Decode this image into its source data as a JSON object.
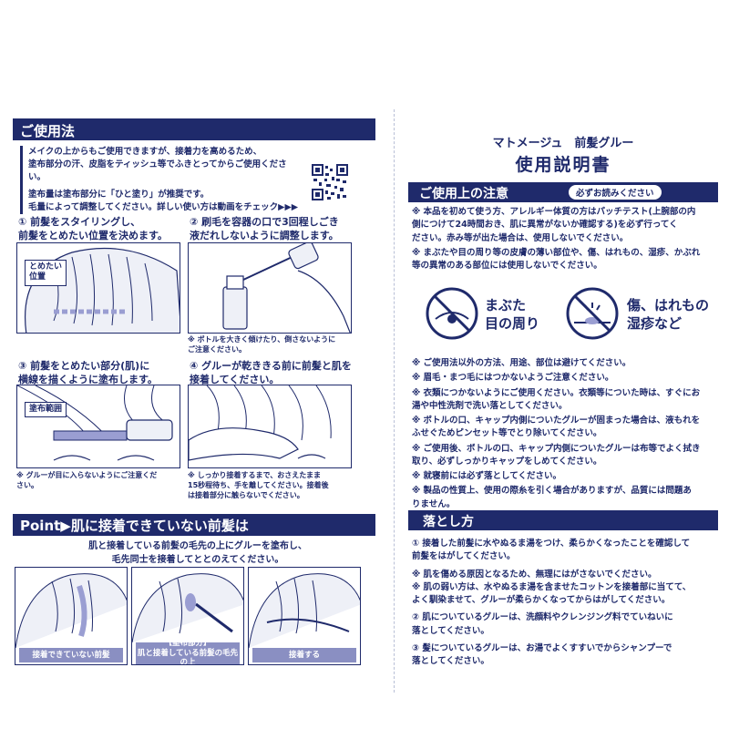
{
  "left": {
    "section_title": "ご使用法",
    "intro_1": "メイクの上からもご使用できますが、接着力を高めるため、\n塗布部分の汗、皮脂をティッシュ等でふきとってからご使用ください。",
    "intro_2": "塗布量は塗布部分に「ひと塗り」が推奨です。\n毛量によって調整してください。詳しい使い方は動画をチェック▶▶▶",
    "steps": [
      {
        "title": "① 前髪をスタイリングし、\n前髪をとめたい位置を決めます。",
        "label": "とめたい\n位置",
        "note": ""
      },
      {
        "title": "② 刷毛を容器の口で3回程しごき\n液だれしないように調整します。",
        "label": "",
        "note": "※ ボトルを大きく傾けたり、倒さないように\nご注意ください。"
      },
      {
        "title": "③ 前髪をとめたい部分(肌)に\n横線を描くように塗布します。",
        "label": "塗布範囲",
        "note": "※ グルーが目に入らないようにご注意くだ\nさい。"
      },
      {
        "title": "④ グルーが乾ききる前に前髪と肌を\n接着してください。",
        "label": "",
        "note": "※ しっかり接着するまで、おさえたまま\n15秒程待ち、手を離してください。接着後\nは接着部分に触らないでください。"
      }
    ],
    "point_title": "Point▶肌に接着できていない前髪は",
    "point_text": "肌と接着している前髪の毛先の上にグルーを塗布し、\n毛先同士を接着してととのえてください。",
    "point_captions": [
      "接着できていない前髪",
      "【塗布部分】\n肌と接着している前髪の毛先の上",
      "接着する"
    ]
  },
  "right": {
    "brand": "マトメージュ　前髪グルー",
    "manual_title": "使用説明書",
    "caution_title": "ご使用上の注意",
    "must_read": "必ずお読みください",
    "caution_intro": [
      "※ 本品を初めて使う方、アレルギー体質の方はパッチテスト(上腕部の内\n側につけて24時間おき、肌に異常がないか確認する)を必ず行ってく\nださい。赤み等が出た場合は、使用しないでください。",
      "※ まぶたや目の周り等の皮膚の薄い部位や、傷、はれもの、湿疹、かぶれ\n等の異常のある部位には使用しないでください。"
    ],
    "icon_labels": [
      "まぶた\n目の周り",
      "傷、はれもの\n湿疹など"
    ],
    "caution_items": [
      "※ ご使用法以外の方法、用途、部位は避けてください。",
      "※ 眉毛・まつ毛にはつかないようご注意ください。",
      "※ 衣類につかないようにご使用ください。衣類等についた時は、すぐにお\n湯や中性洗剤で洗い落としてください。",
      "※ ボトルの口、キャップ内側についたグルーが固まった場合は、液もれを\nふせぐためピンセット等でとり除いてください。",
      "※ ご使用後、ボトルの口、キャップ内側についたグルーは布等でよく拭き\n取り、必ずしっかりキャップをしめてください。",
      "※ 就寝前には必ず落としてください。",
      "※ 製品の性質上、使用の際糸を引く場合がありますが、品質には問題あ\nりません。"
    ],
    "remove_title": "落とし方",
    "remove_items": [
      "① 接着した前髪に水やぬるま湯をつけ、柔らかくなったことを確認して\n前髪をはがしてください。",
      "※ 肌を傷める原因となるため、無理にはがさないでください。\n※ 肌の弱い方は、水やぬるま湯を含ませたコットンを接着部に当てて、\nよく馴染ませて、グルーが柔らかくなってからはがしてください。",
      "② 肌についているグルーは、洗顔料やクレンジング料でていねいに\n落としてください。",
      "③ 髪についているグルーは、お湯でよくすすいでからシャンプーで\n落としてください。"
    ]
  },
  "colors": {
    "navy": "#1f2a6b",
    "caption": "#8a8fc2",
    "hair_fill": "#eef0f7",
    "glue": "#9a9ed2"
  }
}
